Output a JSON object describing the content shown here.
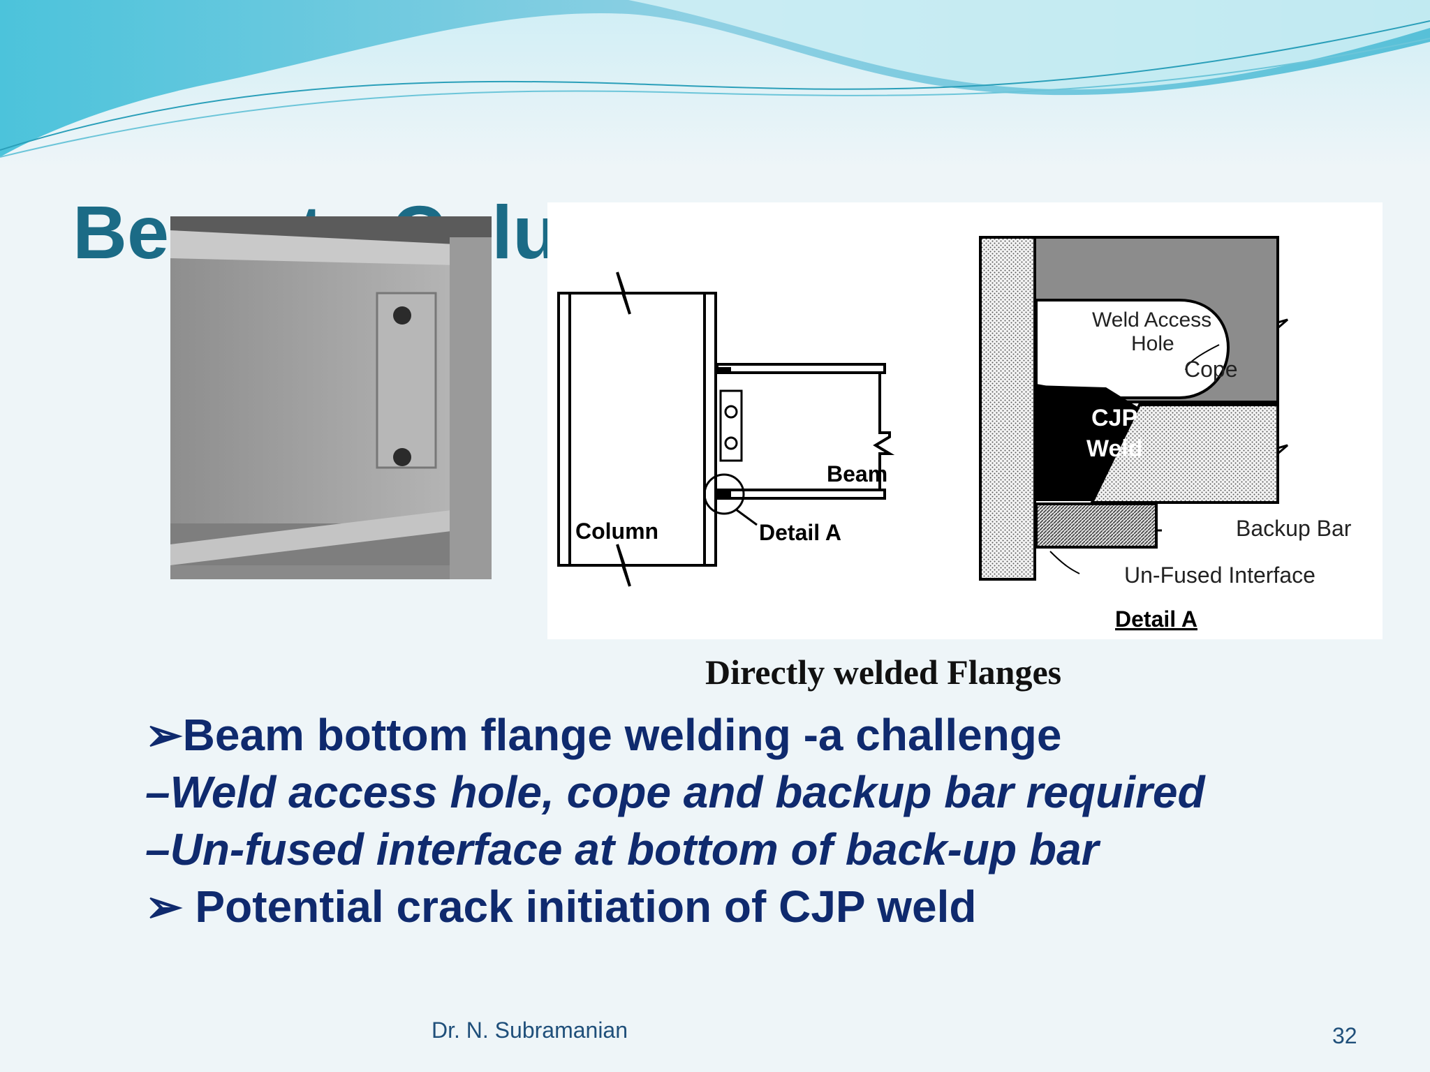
{
  "slide": {
    "title": "Beam to Column",
    "figure": {
      "caption": "Directly welded Flanges",
      "elevation_labels": {
        "column": "Column",
        "beam": "Beam",
        "detail": "Detail A"
      },
      "detail_labels": {
        "access_hole_line1": "Weld Access",
        "access_hole_line2": "Hole",
        "cope": "Cope",
        "cjp_line1": "CJP",
        "cjp_line2": "Weld",
        "backup_bar": "Backup Bar",
        "unfused": "Un-Fused Interface",
        "title": "Detail A"
      }
    },
    "bullets": [
      {
        "marker": "➢",
        "text": "Beam bottom flange welding -a challenge"
      },
      {
        "marker": "–",
        "text": "Weld access hole, cope and backup bar required"
      },
      {
        "marker": "–",
        "text": "Un-fused interface at bottom of back-up bar"
      },
      {
        "marker": "➢ ",
        "text": "Potential crack initiation of CJP weld"
      }
    ],
    "footer": {
      "author": "Dr. N. Subramanian",
      "page_number": "32"
    }
  },
  "colors": {
    "title": "#1b6b86",
    "bullets": "#0f2a6e",
    "wave_dark": "#3fb6d2",
    "wave_light": "#a9dde9"
  }
}
